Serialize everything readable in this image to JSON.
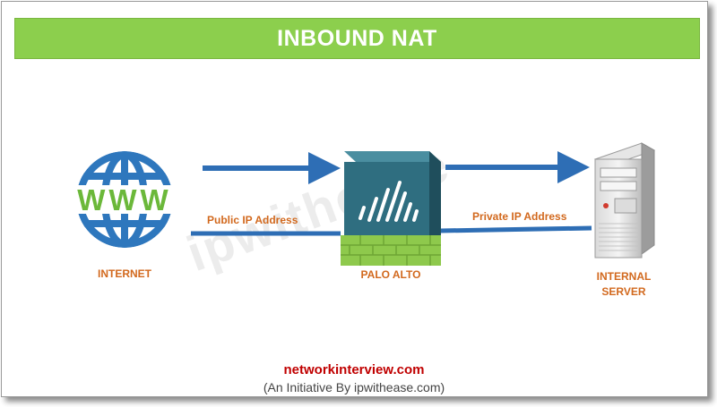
{
  "title": "INBOUND NAT",
  "colors": {
    "title_bg": "#8ccf4d",
    "label": "#d2691e",
    "arrow": "#2e6eb5",
    "globe": "#2e77bd",
    "www": "#6bb83a",
    "firewall_base": "#8ec94c",
    "firewall_top": "#2f6e80",
    "footer_brand": "#c00000"
  },
  "nodes": {
    "internet": {
      "label": "INTERNET",
      "icon": "globe-www-icon",
      "www_text": "WWW"
    },
    "firewall": {
      "label": "PALO ALTO",
      "icon": "palo-alto-firewall-icon"
    },
    "server": {
      "label_line1": "INTERNAL",
      "label_line2": "SERVER",
      "icon": "server-icon"
    }
  },
  "edges": {
    "public_ip_label": "Public IP Address",
    "private_ip_label": "Private IP Address"
  },
  "watermark": "ipwithease",
  "footer": {
    "brand": "networkinterview.com",
    "tagline": "(An Initiative By ipwithease.com)"
  }
}
